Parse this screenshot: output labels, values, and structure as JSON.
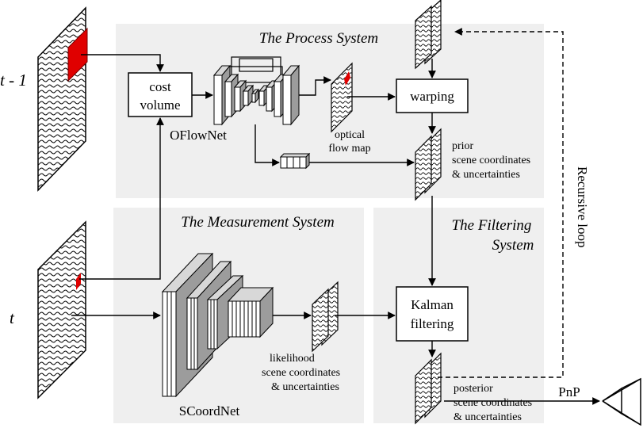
{
  "regions": {
    "process": "The Process System",
    "measurement": "The Measurement System",
    "filtering_line1": "The Filtering",
    "filtering_line2": "System"
  },
  "time_labels": {
    "prev": "t - 1",
    "curr": "t"
  },
  "boxes": {
    "cost_volume_line1": "cost",
    "cost_volume_line2": "volume",
    "warping": "warping",
    "kalman_line1": "Kalman",
    "kalman_line2": "filtering"
  },
  "networks": {
    "oflow": "OFlowNet",
    "scoord": "SCoordNet"
  },
  "maps": {
    "optical_line1": "optical",
    "optical_line2": "flow map",
    "prior_line1": "prior",
    "prior_line2": "scene coordinates",
    "prior_line3": "& uncertainties",
    "likelihood_line1": "likelihood",
    "likelihood_line2": "scene coordinates",
    "likelihood_line3": "& uncertainties",
    "posterior_line1": "posterior",
    "posterior_line2": "scene coordinates",
    "posterior_line3": "& uncertainties"
  },
  "loop_label": "Recursive loop",
  "pnp_label": "PnP",
  "colors": {
    "panel": "#efefef",
    "highlight": "#e00000",
    "stroke": "#000000"
  }
}
